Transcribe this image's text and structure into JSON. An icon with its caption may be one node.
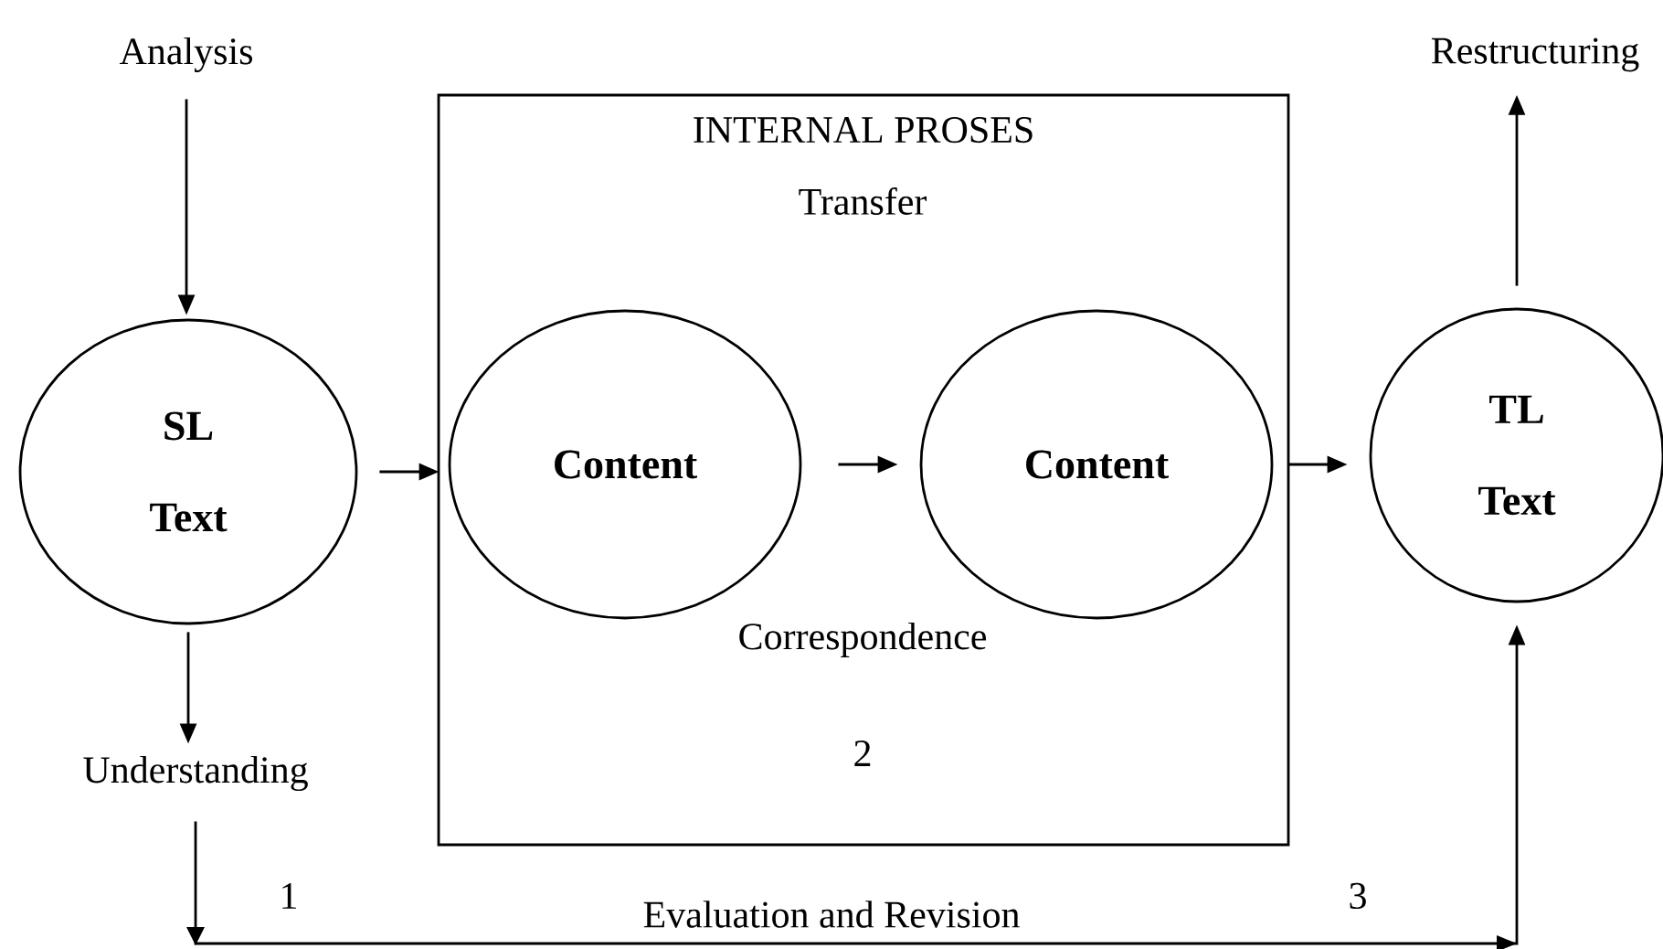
{
  "diagram": {
    "nodes": [
      {
        "text": [
          "Analysis"
        ]
      },
      {
        "text": [
          "SL Text"
        ]
      },
      {
        "text": [
          "Understanding"
        ]
      },
      {
        "text": [
          "INTERNAL PROSES"
        ]
      },
      {
        "text": [
          "Content"
        ],
        "in": 3
      },
      {
        "text": [
          "Content"
        ],
        "in": 3
      },
      {
        "text": [
          "TL Text"
        ]
      },
      {
        "text": [
          "Restructuring"
        ]
      }
    ],
    "edges": [
      {
        "from": 0,
        "to": 1,
        "arrow": "to"
      },
      {
        "from": 1,
        "to": 2,
        "arrow": "to"
      },
      {
        "from": 1,
        "to": 4,
        "arrow": "to"
      },
      {
        "from": 4,
        "to": 5,
        "arrow": "to"
      },
      {
        "from": 5,
        "to": 6,
        "arrow": "to"
      },
      {
        "from": 6,
        "to": 7,
        "arrow": "to"
      },
      {
        "from": 2,
        "to": 6,
        "arrow": "to",
        "label": "Evaluation and Revision"
      }
    ],
    "labels": [
      "Transfer",
      "Correspondence",
      "2",
      "1",
      "3"
    ]
  }
}
